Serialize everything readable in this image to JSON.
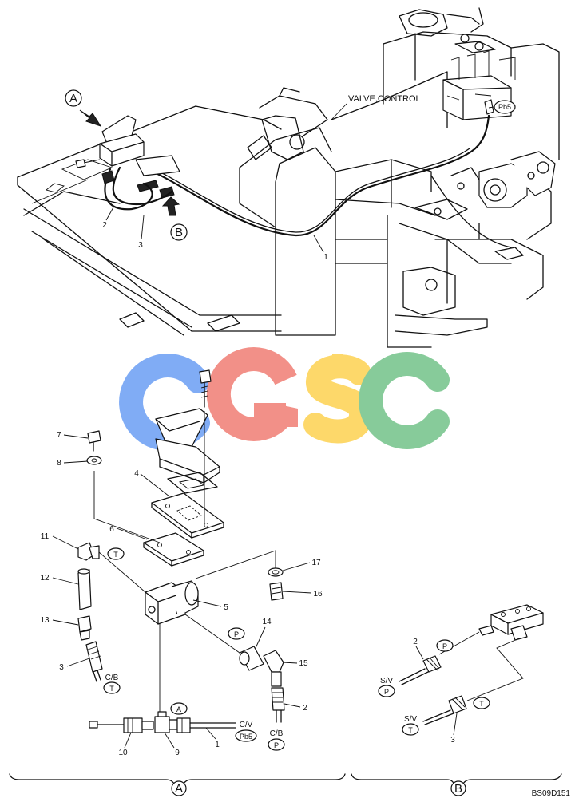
{
  "top_view": {
    "title": "VALVE,CONTROL",
    "port_tag": "Pb5",
    "view_a_marker": "A",
    "view_b_marker": "B",
    "callouts": [
      "1",
      "2",
      "3"
    ]
  },
  "watermark": {
    "text": "CGSC",
    "letters": [
      "C",
      "G",
      "S",
      "C"
    ],
    "colors": [
      "#7aa8f5",
      "#f28b82",
      "#fdd663",
      "#81c995"
    ]
  },
  "detail_a": {
    "callouts": [
      "1",
      "2",
      "3",
      "4",
      "5",
      "6",
      "7",
      "8",
      "9",
      "10",
      "11",
      "12",
      "13",
      "14",
      "15",
      "16",
      "17"
    ],
    "tags": {
      "t_upper": "T",
      "p_upper": "P",
      "a_tee": "A",
      "cb_left": "C/B",
      "cb_left_port": "T",
      "cv": "C/V",
      "cv_port": "Pb5",
      "cb_right": "C/B",
      "cb_right_port": "P"
    }
  },
  "detail_b": {
    "tags": {
      "p_upper": "P",
      "t_upper": "T",
      "sv_p": "S/V",
      "sv_p_port": "P",
      "sv_t": "S/V",
      "sv_t_port": "T"
    },
    "callouts": [
      "2",
      "3"
    ]
  },
  "footer": {
    "section_a": "A",
    "section_b": "B",
    "drawing_code": "BS09D151"
  }
}
